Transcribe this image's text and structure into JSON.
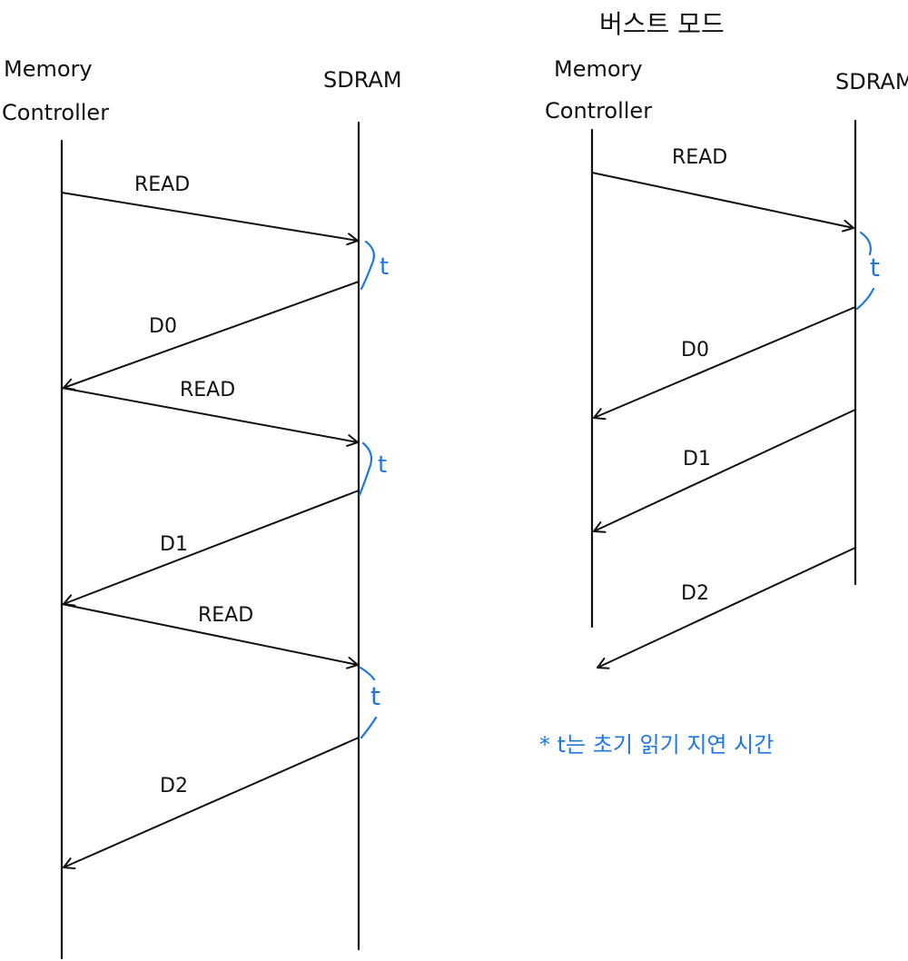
{
  "left_diagram": {
    "controller_label_line1": "Memory",
    "controller_label_line2": "Controller",
    "sdram_label": "SDRAM",
    "messages": [
      {
        "label": "READ",
        "direction": "to-sdram"
      },
      {
        "label": "D0",
        "direction": "to-controller"
      },
      {
        "label": "READ",
        "direction": "to-sdram"
      },
      {
        "label": "D1",
        "direction": "to-controller"
      },
      {
        "label": "READ",
        "direction": "to-sdram"
      },
      {
        "label": "D2",
        "direction": "to-controller"
      }
    ],
    "latency_marks": [
      "t",
      "t",
      "t"
    ]
  },
  "right_diagram": {
    "title": "버스트 모드",
    "controller_label_line1": "Memory",
    "controller_label_line2": "Controller",
    "sdram_label": "SDRAM",
    "messages": [
      {
        "label": "READ",
        "direction": "to-sdram"
      },
      {
        "label": "D0",
        "direction": "to-controller"
      },
      {
        "label": "D1",
        "direction": "to-controller"
      },
      {
        "label": "D2",
        "direction": "to-controller"
      }
    ],
    "latency_marks": [
      "t"
    ]
  },
  "note": "* t는 초기 읽기 지연 시간",
  "colors": {
    "ink": "#111111",
    "annotation": "#1f78e0"
  }
}
